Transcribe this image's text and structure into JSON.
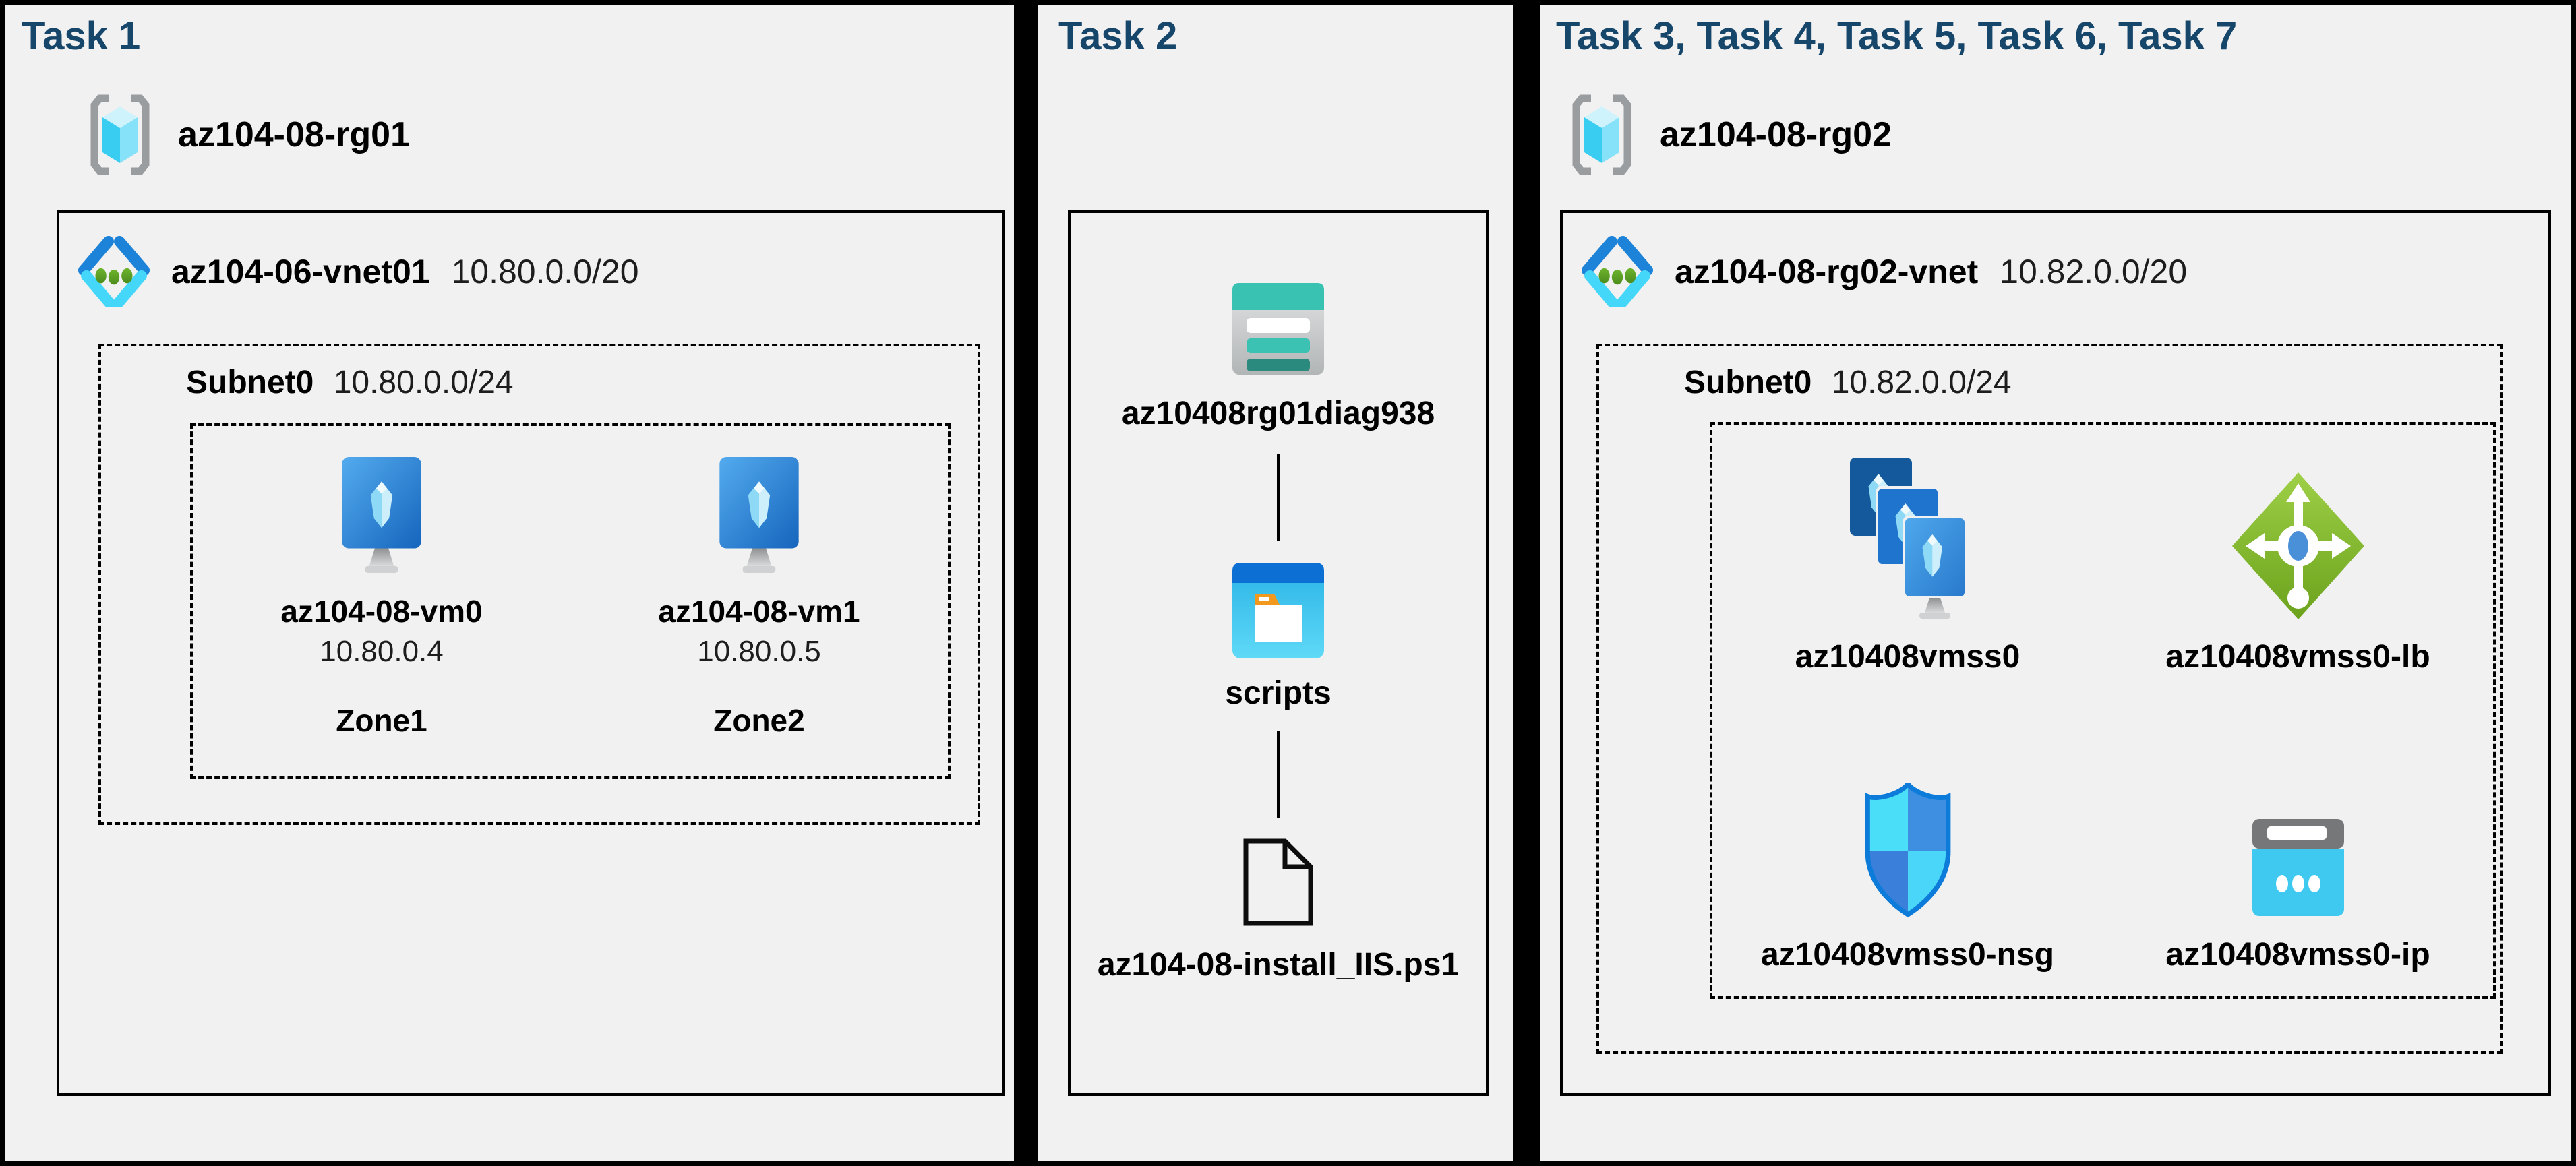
{
  "task1": {
    "title": "Task 1",
    "resource_group": "az104-08-rg01",
    "vnet_name": "az104-06-vnet01",
    "vnet_cidr": "10.80.0.0/20",
    "subnet_name": "Subnet0",
    "subnet_cidr": "10.80.0.0/24",
    "vms": [
      {
        "name": "az104-08-vm0",
        "ip": "10.80.0.4",
        "zone": "Zone1"
      },
      {
        "name": "az104-08-vm1",
        "ip": "10.80.0.5",
        "zone": "Zone2"
      }
    ]
  },
  "task2": {
    "title": "Task 2",
    "storage_account": "az10408rg01diag938",
    "container": "scripts",
    "script_file": "az104-08-install_IIS.ps1"
  },
  "task3": {
    "title": "Task 3, Task 4, Task 5, Task 6, Task 7",
    "resource_group": "az104-08-rg02",
    "vnet_name": "az104-08-rg02-vnet",
    "vnet_cidr": "10.82.0.0/20",
    "subnet_name": "Subnet0",
    "subnet_cidr": "10.82.0.0/24",
    "vmss_name": "az10408vmss0",
    "lb_name": "az10408vmss0-lb",
    "nsg_name": "az10408vmss0-nsg",
    "ip_name": "az10408vmss0-ip"
  },
  "colors": {
    "background": "#000000",
    "panel": "#f1f1f1",
    "title_navy": "#17466b",
    "vnet_blue": "#1d83d8",
    "vnet_cyan": "#45d7fa",
    "dot_green": "#579d20",
    "vm_blue": "#2a7fd2",
    "lb_green": "#84bc2a",
    "storage_teal": "#39c2b2",
    "blob_blue": "#0c6fd3",
    "ip_cyan": "#3fc9f0"
  }
}
